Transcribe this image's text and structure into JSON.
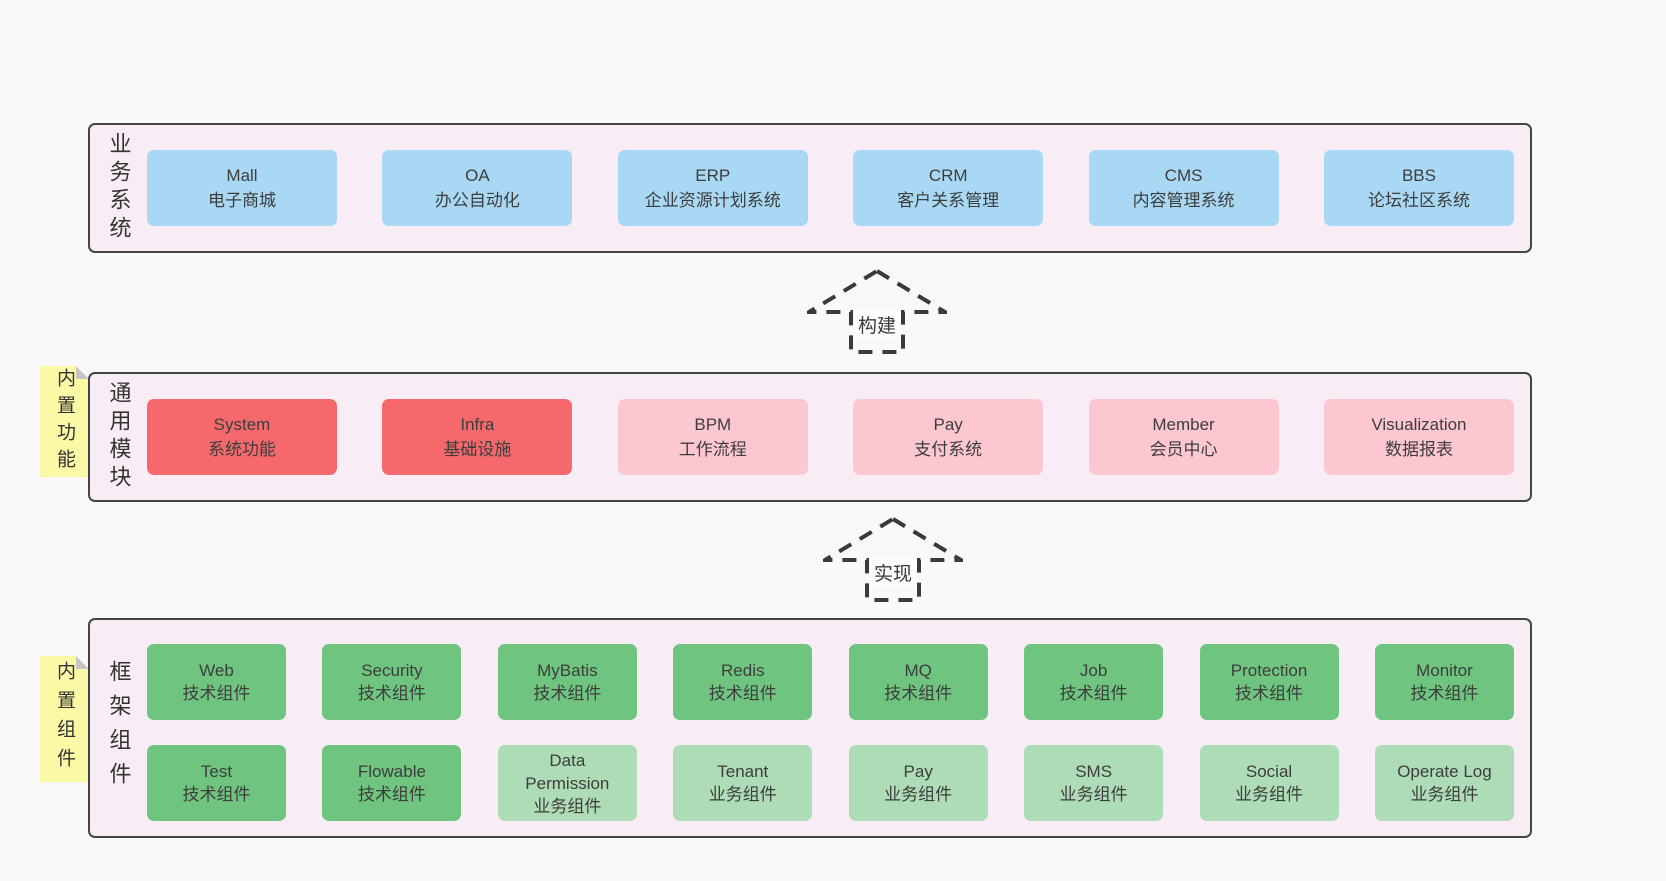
{
  "colors": {
    "page_bg": "#f8f8f8",
    "layer_bg": "#f9edf5",
    "layer_border": "#454545",
    "blue_box": "#a8d8f3",
    "red_box": "#f5696d",
    "pink_box": "#fcc7d1",
    "green_box": "#6fc47f",
    "light_green_box": "#aedcb7",
    "sticky_yellow": "#fbf9a6",
    "text": "#3d3d3d"
  },
  "layers": [
    {
      "label": "业务系统",
      "boxes": [
        {
          "name": "Mall",
          "desc": "电子商城"
        },
        {
          "name": "OA",
          "desc": "办公自动化"
        },
        {
          "name": "ERP",
          "desc": "企业资源计划系统"
        },
        {
          "name": "CRM",
          "desc": "客户关系管理"
        },
        {
          "name": "CMS",
          "desc": "内容管理系统"
        },
        {
          "name": "BBS",
          "desc": "论坛社区系统"
        }
      ]
    },
    {
      "label": "通用模块",
      "sticky": "内置功能",
      "boxes": [
        {
          "name": "System",
          "desc": "系统功能"
        },
        {
          "name": "Infra",
          "desc": "基础设施"
        },
        {
          "name": "BPM",
          "desc": "工作流程"
        },
        {
          "name": "Pay",
          "desc": "支付系统"
        },
        {
          "name": "Member",
          "desc": "会员中心"
        },
        {
          "name": "Visualization",
          "desc": "数据报表"
        }
      ]
    },
    {
      "label": "框架组件",
      "sticky": "内置组件",
      "rows": [
        [
          {
            "name": "Web",
            "desc": "技术组件"
          },
          {
            "name": "Security",
            "desc": "技术组件"
          },
          {
            "name": "MyBatis",
            "desc": "技术组件"
          },
          {
            "name": "Redis",
            "desc": "技术组件"
          },
          {
            "name": "MQ",
            "desc": "技术组件"
          },
          {
            "name": "Job",
            "desc": "技术组件"
          },
          {
            "name": "Protection",
            "desc": "技术组件"
          },
          {
            "name": "Monitor",
            "desc": "技术组件"
          }
        ],
        [
          {
            "name": "Test",
            "desc": "技术组件"
          },
          {
            "name": "Flowable",
            "desc": "技术组件"
          },
          {
            "name": "Data Permission",
            "desc": "业务组件"
          },
          {
            "name": "Tenant",
            "desc": "业务组件"
          },
          {
            "name": "Pay",
            "desc": "业务组件"
          },
          {
            "name": "SMS",
            "desc": "业务组件"
          },
          {
            "name": "Social",
            "desc": "业务组件"
          },
          {
            "name": "Operate Log",
            "desc": "业务组件"
          }
        ]
      ]
    }
  ],
  "arrows": [
    {
      "label": "构建"
    },
    {
      "label": "实现"
    }
  ]
}
